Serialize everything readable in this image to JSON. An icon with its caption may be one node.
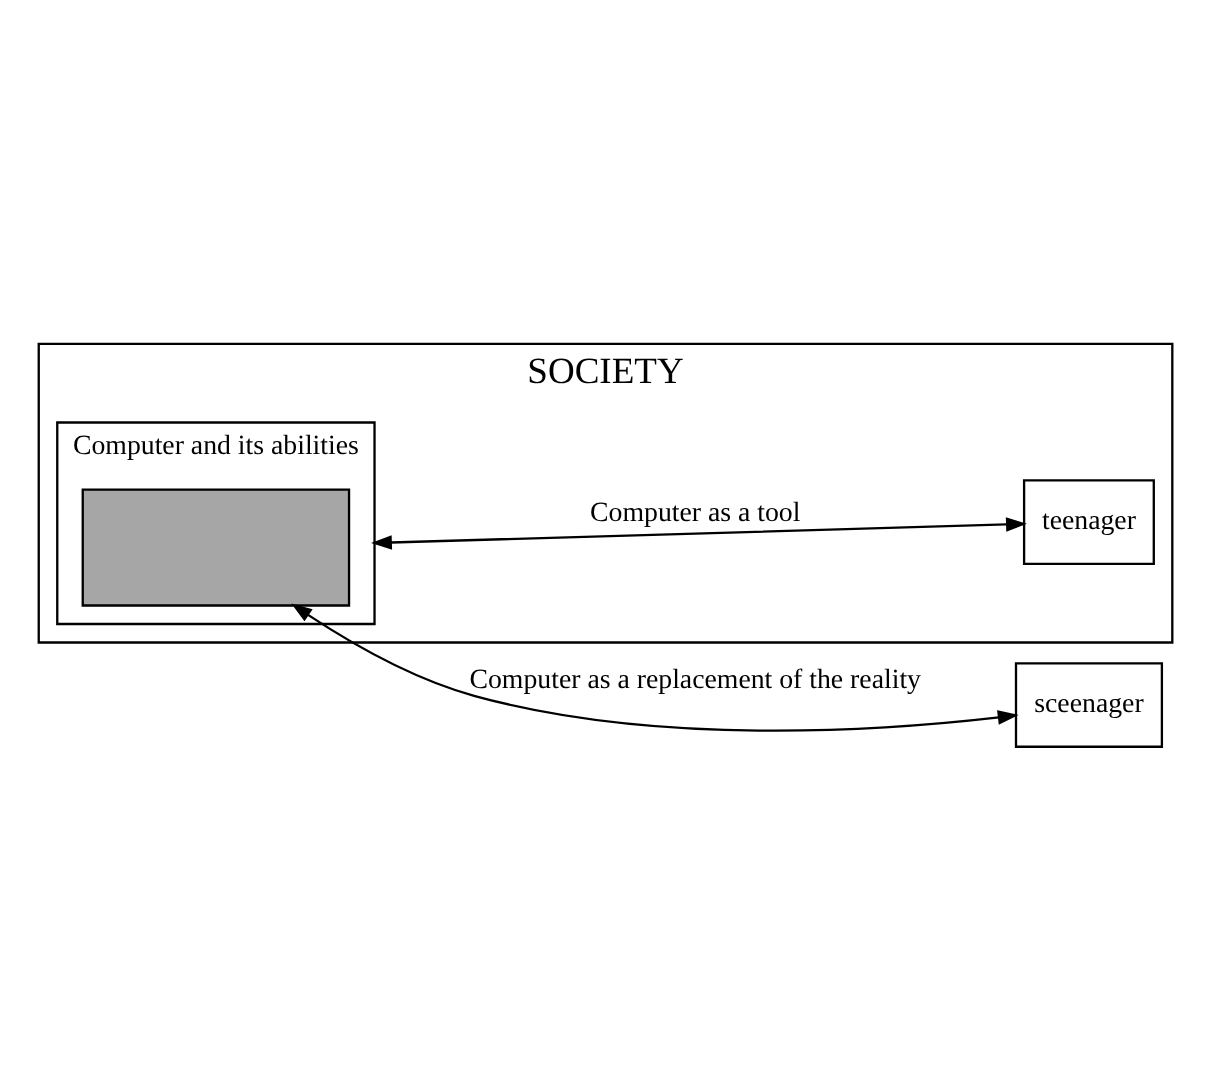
{
  "diagram": {
    "nodes": [
      {
        "text": [
          "SOCIETY"
        ]
      },
      {
        "text": [
          "Computer and its abilities"
        ],
        "in": 0
      },
      {
        "text": [],
        "shape": "box",
        "in": 1
      },
      {
        "text": [
          "teenager"
        ],
        "in": 0
      },
      {
        "text": [
          "sceenager"
        ]
      }
    ],
    "edges": [
      {
        "from": 1,
        "to": 3,
        "arrow": "both",
        "label": "Computer as a tool"
      },
      {
        "from": 2,
        "to": 4,
        "arrow": "both",
        "label": "Computer as a replacement of the reality"
      }
    ]
  }
}
